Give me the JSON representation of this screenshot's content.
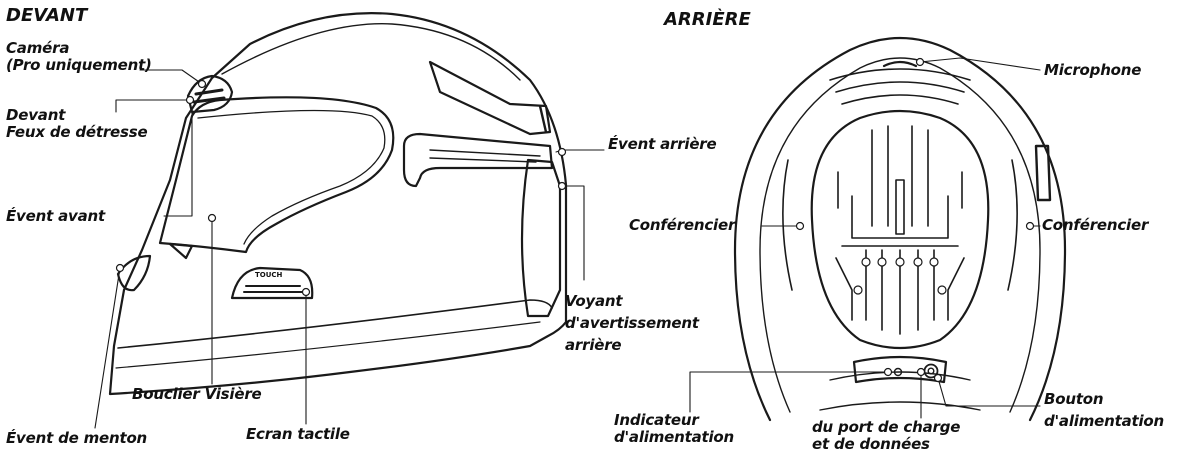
{
  "front": {
    "title": "DEVANT",
    "labels": {
      "camera": [
        "Caméra",
        "(Pro uniquement)"
      ],
      "hazard": [
        "Devant",
        "Feux de détresse"
      ],
      "front_vent": "Évent avant",
      "chin_vent": "Évent de menton",
      "visor": "Bouclier Visière",
      "touch": "Ecran tactile",
      "rear_vent": "Évent arrière",
      "warning": [
        "Voyant",
        "d'avertissement",
        "arrière"
      ],
      "touch_pad_text": "TOUCH"
    }
  },
  "back": {
    "title": "ARRIÈRE",
    "labels": {
      "microphone": "Microphone",
      "speaker_left": "Conférencier",
      "speaker_right": "Conférencier",
      "power_indicator": [
        "Indicateur",
        "d'alimentation"
      ],
      "charge_port": [
        "du port de charge",
        "et de données"
      ],
      "power_button": [
        "Bouton",
        "d'alimentation"
      ]
    }
  },
  "colors": {
    "ink": "#111111",
    "line": "#1a1a1a"
  }
}
